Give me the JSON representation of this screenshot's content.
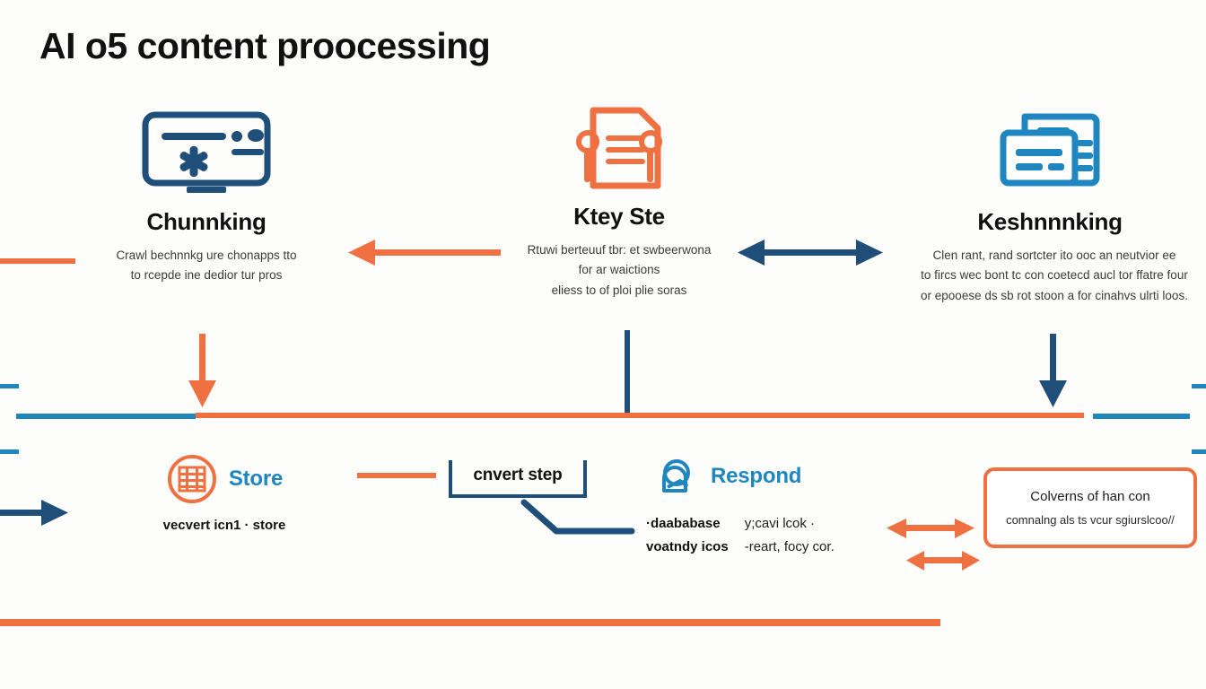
{
  "page": {
    "title": "AI o5 content proocessing",
    "background_color": "#fdfdfc"
  },
  "colors": {
    "navy": "#1f4e79",
    "orange": "#ef7040",
    "blue": "#1f86bf",
    "text": "#111111"
  },
  "top_nodes": [
    {
      "id": "chunking",
      "title": "Chunnking",
      "icon": "monitor-asterisk-icon",
      "icon_color": "#1f4e79",
      "desc_lines": [
        "Crawl bechnnkg ure chonapps tto",
        "to rcepde ine dedior tur pros"
      ]
    },
    {
      "id": "key-step",
      "title": "Ktey Ste",
      "icon": "document-key-icon",
      "icon_color": "#ef7040",
      "desc_lines": [
        "Rtuwi berteuuf tbr: et swbeerwona",
        "for ar waictions",
        "eliess to of ploi plie soras"
      ]
    },
    {
      "id": "reranking",
      "title": "Keshnnnking",
      "icon": "cards-list-icon",
      "icon_color": "#1f86bf",
      "desc_lines": [
        "Clen rant, rand sortcter ito ooc an neutvior ee",
        "to fircs wec bont tc con coetecd aucl tor ffatre four",
        "or epooese ds sb rot stoon a for cinahvs ulrti loos."
      ]
    }
  ],
  "bottom_row": {
    "store": {
      "label": "Store",
      "icon": "database-circle-icon",
      "sub": "vecvert icn1 · store"
    },
    "convert": {
      "label": "cnvert step"
    },
    "respond": {
      "label": "Respond",
      "icon": "search-person-icon",
      "columns": [
        {
          "style": "bold",
          "lines": [
            "·daababase",
            "voatndy icos"
          ]
        },
        {
          "style": "light",
          "lines": [
            "y;cavi lcok ·",
            "-reart, focy cor."
          ]
        }
      ]
    },
    "callout": {
      "line1": "Colverns of han con",
      "line2": "comnalng als ts vcur sgiurslcoo//"
    }
  },
  "connectors": [
    {
      "name": "arrow-left-orange-top",
      "direction": "left",
      "color": "#ef7040"
    },
    {
      "name": "arrow-double-navy-top",
      "direction": "both",
      "color": "#1f4e79"
    },
    {
      "name": "arrow-down-orange",
      "direction": "down",
      "color": "#ef7040"
    },
    {
      "name": "arrow-down-navy",
      "direction": "down",
      "color": "#1f4e79"
    },
    {
      "name": "arrow-right-navy-bottom",
      "direction": "right",
      "color": "#1f4e79"
    },
    {
      "name": "arrow-respond-upper",
      "direction": "both",
      "color": "#ef7040"
    },
    {
      "name": "arrow-respond-lower",
      "direction": "both",
      "color": "#ef7040"
    }
  ]
}
